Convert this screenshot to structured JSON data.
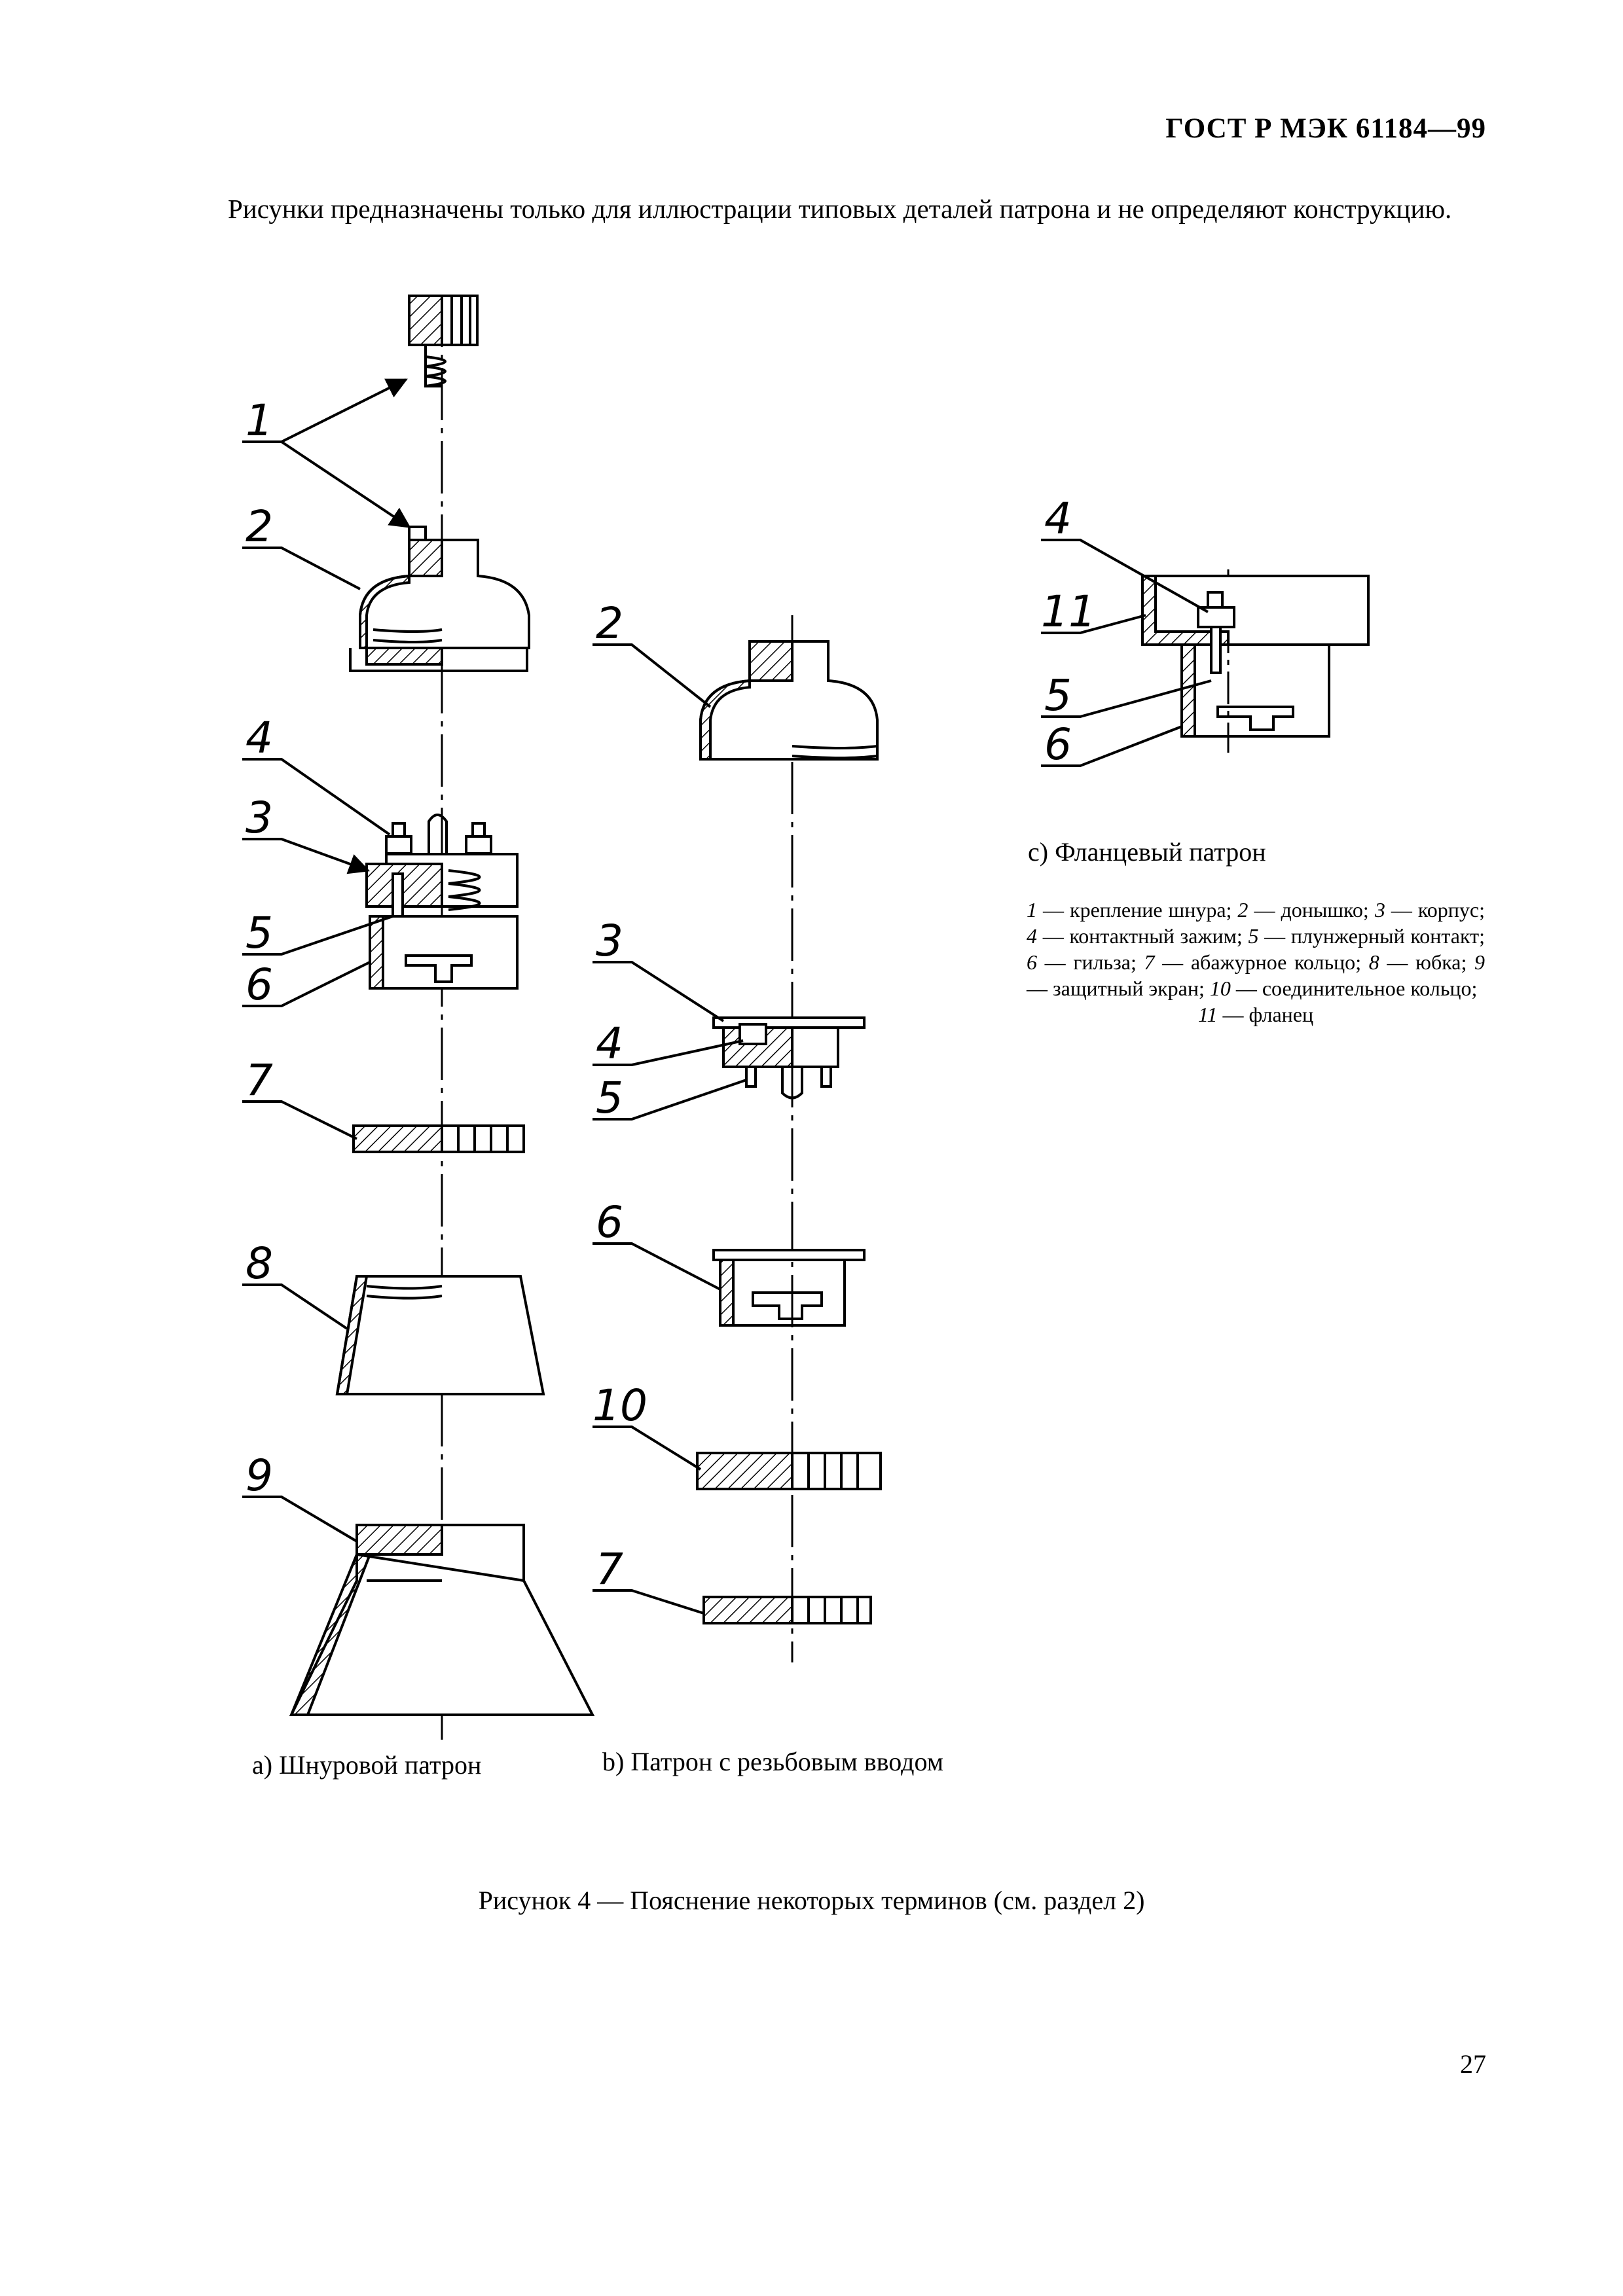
{
  "header": {
    "standard": "ГОСТ Р МЭК 61184—99"
  },
  "intro_text": "Рисунки предназначены только для иллюстрации типовых деталей патрона и не определяют конструкцию.",
  "figure": {
    "labels_a": [
      "1",
      "2",
      "4",
      "3",
      "5",
      "6",
      "7",
      "8",
      "9"
    ],
    "labels_b": [
      "2",
      "3",
      "4",
      "5",
      "6",
      "10",
      "7"
    ],
    "labels_c": [
      "4",
      "11",
      "5",
      "6"
    ],
    "captions": {
      "a": "a) Шнуровой патрон",
      "b": "b) Патрон с резьбовым вводом",
      "c": "c) Фланцевый патрон"
    },
    "legend": [
      {
        "num": "1",
        "text": "крепление шнура"
      },
      {
        "num": "2",
        "text": "донышко"
      },
      {
        "num": "3",
        "text": "корпус"
      },
      {
        "num": "4",
        "text": "контактный зажим"
      },
      {
        "num": "5",
        "text": "плунжерный контакт"
      },
      {
        "num": "6",
        "text": "гильза"
      },
      {
        "num": "7",
        "text": "абажурное кольцо"
      },
      {
        "num": "8",
        "text": "юбка"
      },
      {
        "num": "9",
        "text": "защитный экран"
      },
      {
        "num": "10",
        "text": "соединительное кольцо"
      },
      {
        "num": "11",
        "text": "фланец"
      }
    ],
    "caption": "Рисунок 4 — Пояснение некоторых терминов (см. раздел 2)"
  },
  "page_number": "27"
}
